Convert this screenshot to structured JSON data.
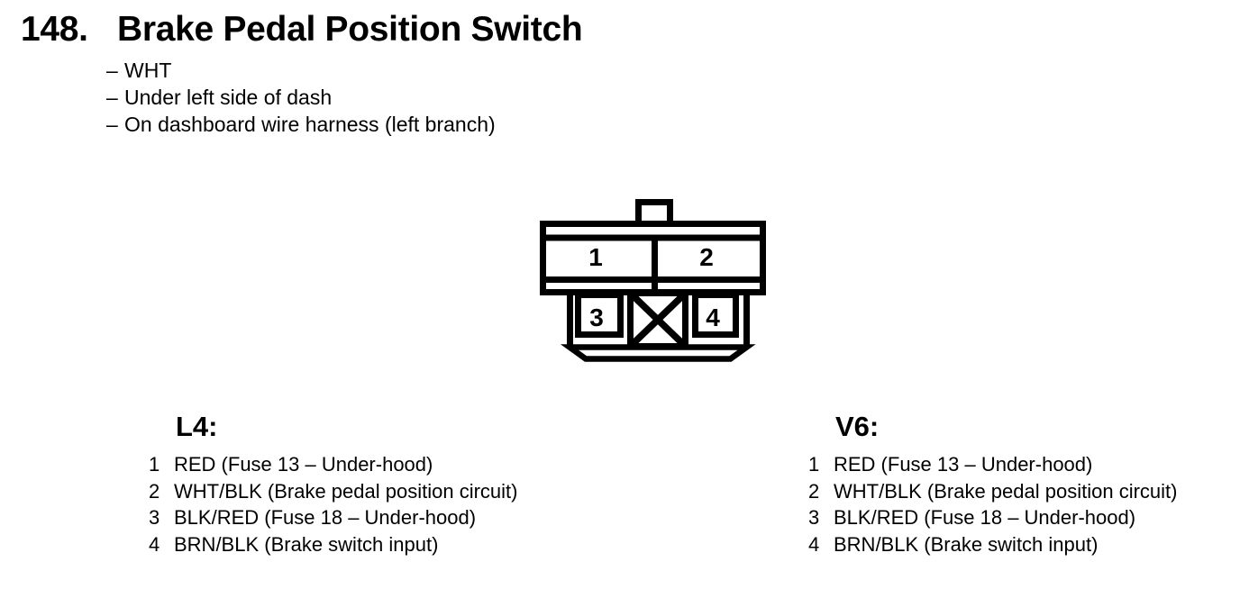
{
  "document": {
    "item_number": "148.",
    "title": "Brake Pedal Position Switch",
    "bullet_marker": "–",
    "bullets": [
      "WHT",
      "Under left side of dash",
      "On dashboard wire harness (left branch)"
    ]
  },
  "connector": {
    "cavities": {
      "c1": "1",
      "c2": "2",
      "c3": "3",
      "c4": "4"
    }
  },
  "pinouts": [
    {
      "engine": "L4:",
      "pins": [
        {
          "num": "1",
          "desc": "RED (Fuse 13 – Under-hood)"
        },
        {
          "num": "2",
          "desc": "WHT/BLK (Brake pedal position circuit)"
        },
        {
          "num": "3",
          "desc": "BLK/RED (Fuse 18 – Under-hood)"
        },
        {
          "num": "4",
          "desc": "BRN/BLK (Brake switch input)"
        }
      ]
    },
    {
      "engine": "V6:",
      "pins": [
        {
          "num": "1",
          "desc": "RED (Fuse 13 – Under-hood)"
        },
        {
          "num": "2",
          "desc": "WHT/BLK (Brake pedal position circuit)"
        },
        {
          "num": "3",
          "desc": "BLK/RED (Fuse 18 – Under-hood)"
        },
        {
          "num": "4",
          "desc": "BRN/BLK (Brake switch input)"
        }
      ]
    }
  ],
  "colors": {
    "ink": "#000000",
    "paper": "#ffffff"
  }
}
